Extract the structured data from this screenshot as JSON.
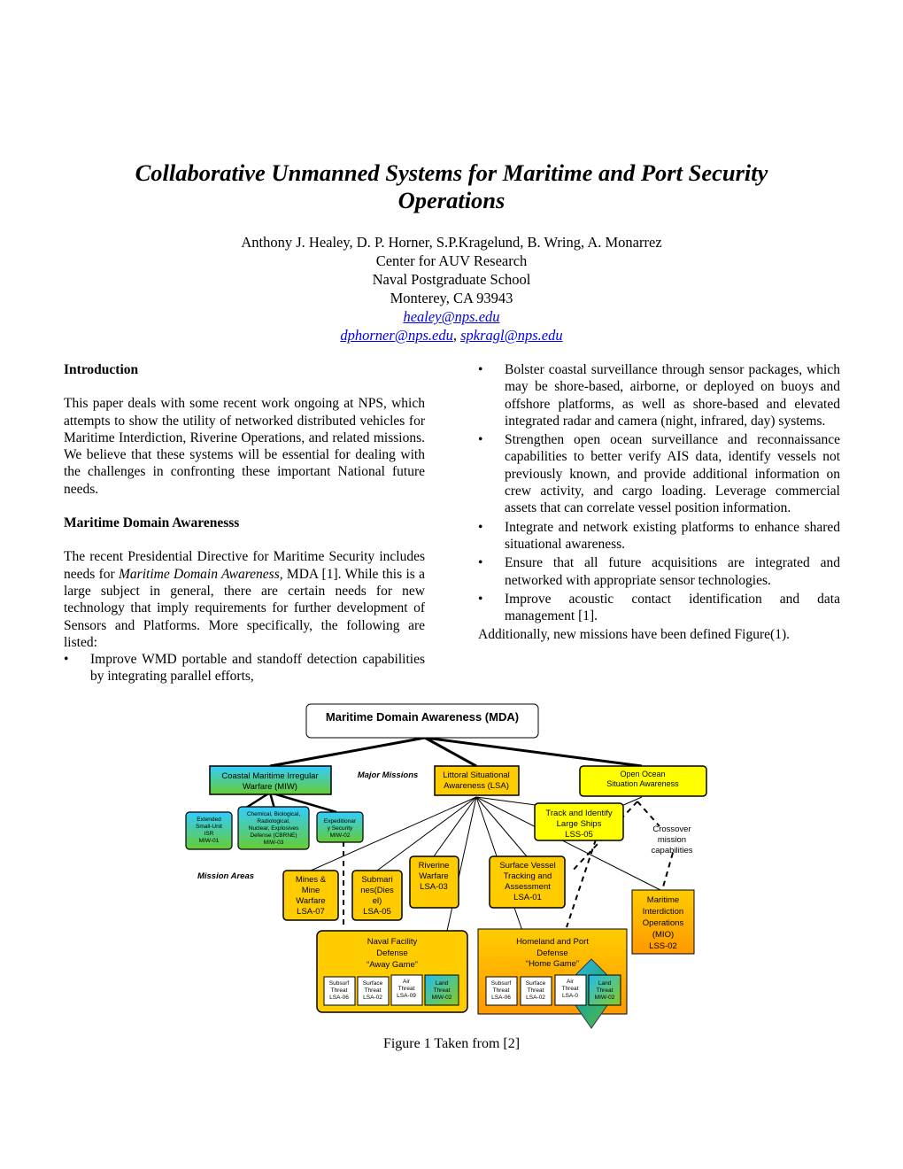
{
  "title_line1": "Collaborative Unmanned Systems for Maritime and Port Security",
  "title_line2": "Operations",
  "authors": "Anthony J. Healey, D. P. Horner, S.P.Kragelund, B. Wring, A. Monarrez",
  "affil1": "Center for AUV Research",
  "affil2": "Naval Postgraduate School",
  "affil3": "Monterey, CA 93943",
  "email1": "healey@nps.edu",
  "email2": "dphorner@nps.edu",
  "email_sep": ", ",
  "email3": "spkragl@nps.edu",
  "left": {
    "h1": "Introduction",
    "p1": "This paper deals with some recent work ongoing at NPS, which attempts to show the utility of networked distributed vehicles for Maritime Interdiction, Riverine Operations, and related missions. We believe that these systems will be essential for dealing with the challenges in confronting these important National future needs.",
    "h2": "Maritime Domain Awarenesss",
    "p2a": "The recent Presidential Directive for Maritime Security includes needs for ",
    "p2em": "Maritime Domain Awareness,",
    "p2b": " MDA [1]. While this is a large subject in general, there are certain needs for new technology that imply requirements for further development of Sensors and Platforms. More specifically, the following are listed:",
    "b1": "Improve WMD portable and standoff detection capabilities by integrating parallel efforts,"
  },
  "right": {
    "b1": "Bolster coastal surveillance through sensor packages, which may be shore-based, airborne, or deployed on buoys and offshore platforms, as well as shore-based and elevated integrated radar and camera (night, infrared, day) systems.",
    "b2": "Strengthen open ocean surveillance and reconnaissance capabilities to better verify AIS data, identify vessels not previously known, and provide additional information on crew activity, and cargo loading. Leverage commercial assets that can correlate vessel position information.",
    "b3": "Integrate and network existing platforms to enhance shared situational awareness.",
    "b4": "Ensure that all future acquisitions are integrated and networked with appropriate sensor technologies.",
    "b5": "Improve acoustic contact identification and data management [1].",
    "after": "Additionally, new missions have been defined Figure(1)."
  },
  "bullet": "•",
  "figure": {
    "root": "Maritime Domain Awareness (MDA)",
    "major_missions": "Major Missions",
    "mission_areas": "Mission Areas",
    "miw_1": "Coastal Maritime Irregular",
    "miw_2": "Warfare (MIW)",
    "lsa_1": "Littoral Situational",
    "lsa_2": "Awareness (LSA)",
    "oosa_1": "Open Ocean",
    "oosa_2": "Situation Awareness",
    "miw01": [
      "Extended",
      "Small-Unit",
      "ISR",
      "MIW-01"
    ],
    "miw03": [
      "Chemical, Biological,",
      "Radiological,",
      "Nuclear, Explosives",
      "Defense (CBRNE)",
      "MIW-03"
    ],
    "miw02": [
      "Expeditionar",
      "y Security",
      "MIW-02"
    ],
    "lss05": [
      "Track and Identify",
      "Large Ships",
      "LSS-05"
    ],
    "crossover": [
      "Crossover",
      "mission",
      "capabilities"
    ],
    "lsa07": [
      "Mines &",
      "Mine",
      "Warfare",
      "LSA-07"
    ],
    "lsa05": [
      "Submari",
      "nes(Dies",
      "el)",
      "LSA-05"
    ],
    "lsa03": [
      "Riverine",
      "Warfare",
      "LSA-03"
    ],
    "lsa01": [
      "Surface Vessel",
      "Tracking and",
      "Assessment",
      "LSA-01"
    ],
    "mio": [
      "Maritime",
      "Interdiction",
      "Operations",
      "(MIO)",
      "LSS-02"
    ],
    "naval": [
      "Naval Facility",
      "Defense",
      "“Away Game”"
    ],
    "home": [
      "Homeland and Port",
      "Defense",
      "“Home Game”"
    ],
    "naval_subs": [
      [
        "Subsurf",
        "Threat",
        "LSA-06"
      ],
      [
        "Surface",
        "Threat",
        "LSA-02"
      ],
      [
        "Air",
        "Threat",
        "LSA-09"
      ],
      [
        "Land",
        "Threat",
        "MIW-02"
      ]
    ],
    "home_subs": [
      [
        "Subsurf",
        "Threat",
        "LSA-06"
      ],
      [
        "Surface",
        "Threat",
        "LSA-02"
      ],
      [
        "Air",
        "Threat",
        "LSA-0"
      ],
      [
        "Land",
        "Threat",
        "MIW-02"
      ]
    ]
  },
  "caption": "Figure 1 Taken from [2]"
}
